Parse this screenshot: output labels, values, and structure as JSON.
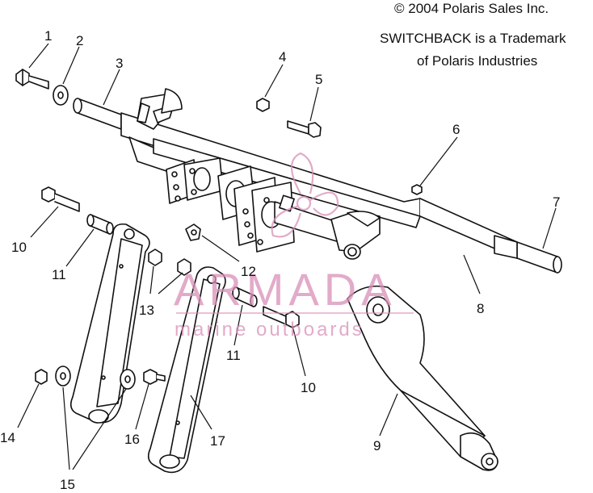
{
  "header": {
    "copyright": "© 2004 Polaris Sales Inc.",
    "trademark_line1": "SWITCHBACK is a Trademark",
    "trademark_line2": "of Polaris Industries"
  },
  "watermark": {
    "brand": "ARMADA",
    "tagline": "marine outboards",
    "color": "#d98fb8"
  },
  "callouts": [
    "1",
    "2",
    "3",
    "4",
    "5",
    "6",
    "7",
    "8",
    "9",
    "10",
    "11",
    "12",
    "13",
    "14",
    "15",
    "16",
    "17"
  ],
  "colors": {
    "line": "#111111",
    "paper": "#ffffff"
  }
}
